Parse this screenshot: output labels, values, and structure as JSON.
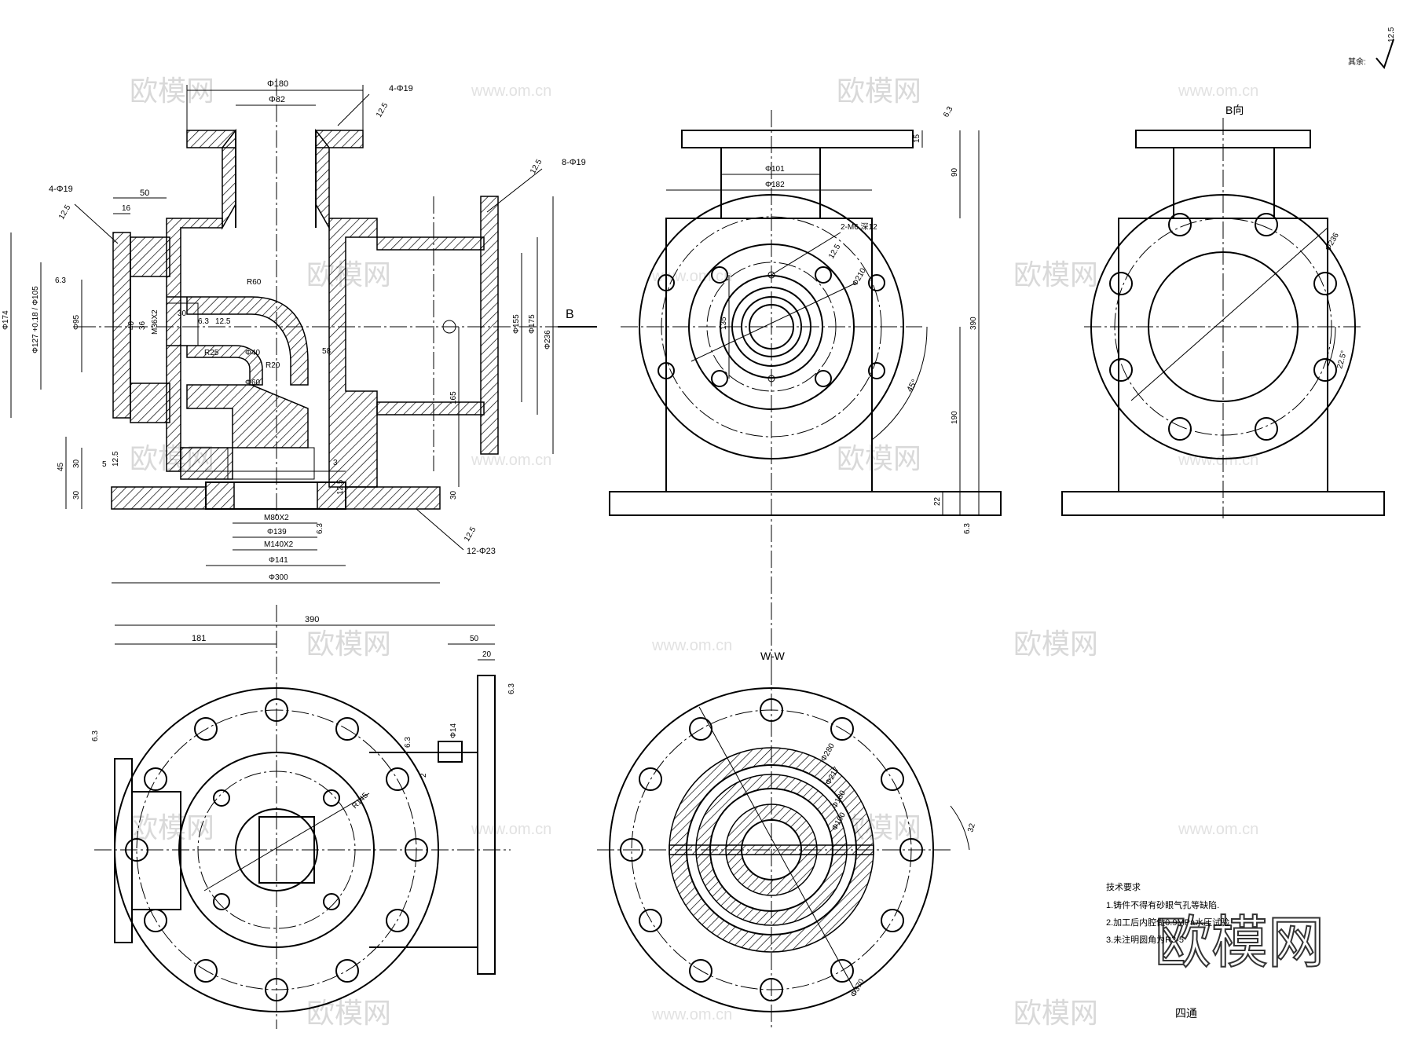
{
  "drawing": {
    "title": "四通",
    "roughness_note": {
      "label": "其余:",
      "value": "12.5"
    },
    "notes": {
      "heading": "技术要求",
      "items": [
        "1.铸件不得有砂眼气孔等缺陷.",
        "2.加工后内腔做0.9MPa水压试验",
        "3.未注明圆角为R3-5"
      ]
    },
    "view_labels": {
      "section_ww": "W-W",
      "view_b": "B向",
      "arrow_b": "B"
    },
    "watermark": {
      "logo": "欧模网",
      "url": "www.om.cn"
    },
    "dims_front": {
      "top_flange": "Φ180",
      "top_bore": "Φ82",
      "top_holes": "4-Φ19",
      "top_rough": "12.5",
      "right_holes": "8-Φ19",
      "right_rough": "12.5",
      "left_holes": "4-Φ19",
      "left_rough": "12.5",
      "d50": "50",
      "d16": "16",
      "d6_3a": "6.3",
      "dia_left_outer": "Φ174",
      "dia_left_mid": "Φ127 +0.18 / Φ105",
      "dia_left_inner": "Φ95",
      "d30": "30",
      "d40": "40",
      "d36": "36",
      "thread_m": "M36X2",
      "d63b": "6.3",
      "d125a": "12.5",
      "r_elbow": "R60",
      "r20": "R20",
      "d40b": "Φ40",
      "d58": "58",
      "d60": "Φ60",
      "r25": "R25",
      "dia_right_a": "Φ155",
      "dia_right_b": "Φ175",
      "dia_right_c": "Φ236",
      "d165": "165",
      "d45": "45",
      "d30b": "30",
      "d30c": "30",
      "d5": "5",
      "d125b": "12.5",
      "bot_m1": "M80X2",
      "bot_d": "Φ139",
      "bot_m2": "M140X2",
      "bot_d2": "Φ141",
      "bot_flange": "Φ300",
      "bot_holes": "12-Φ23",
      "bot_rough": "12.5",
      "d63c": "6.3",
      "d30d": "30",
      "d3": "3",
      "d125c": "12.5"
    },
    "dims_side": {
      "d63": "6.3",
      "d15": "15",
      "d90": "90",
      "d390": "390",
      "d190": "190",
      "d22": "22",
      "d63b": "6.3",
      "dia_inner": "Φ101",
      "dia_outer": "Φ182",
      "tapped": "2-M6 深12",
      "d125": "12.5",
      "dia_pcd": "Φ210",
      "d135": "135",
      "ang": "45°"
    },
    "dims_b": {
      "pcd": "Φ236",
      "bolts": "22.5°"
    },
    "dims_top": {
      "total": "390",
      "d181": "181",
      "d50": "50",
      "d20": "20",
      "d63a": "6.3",
      "d63b": "6.3",
      "d63c": "6.3",
      "d14": "Φ14",
      "d2": "2",
      "r145": "R145"
    },
    "dims_ww": {
      "d1": "Φ370",
      "d2": "Φ280",
      "d3": "Φ217",
      "d4": "Φ180",
      "d5": "Φ100",
      "a32": "32"
    }
  }
}
